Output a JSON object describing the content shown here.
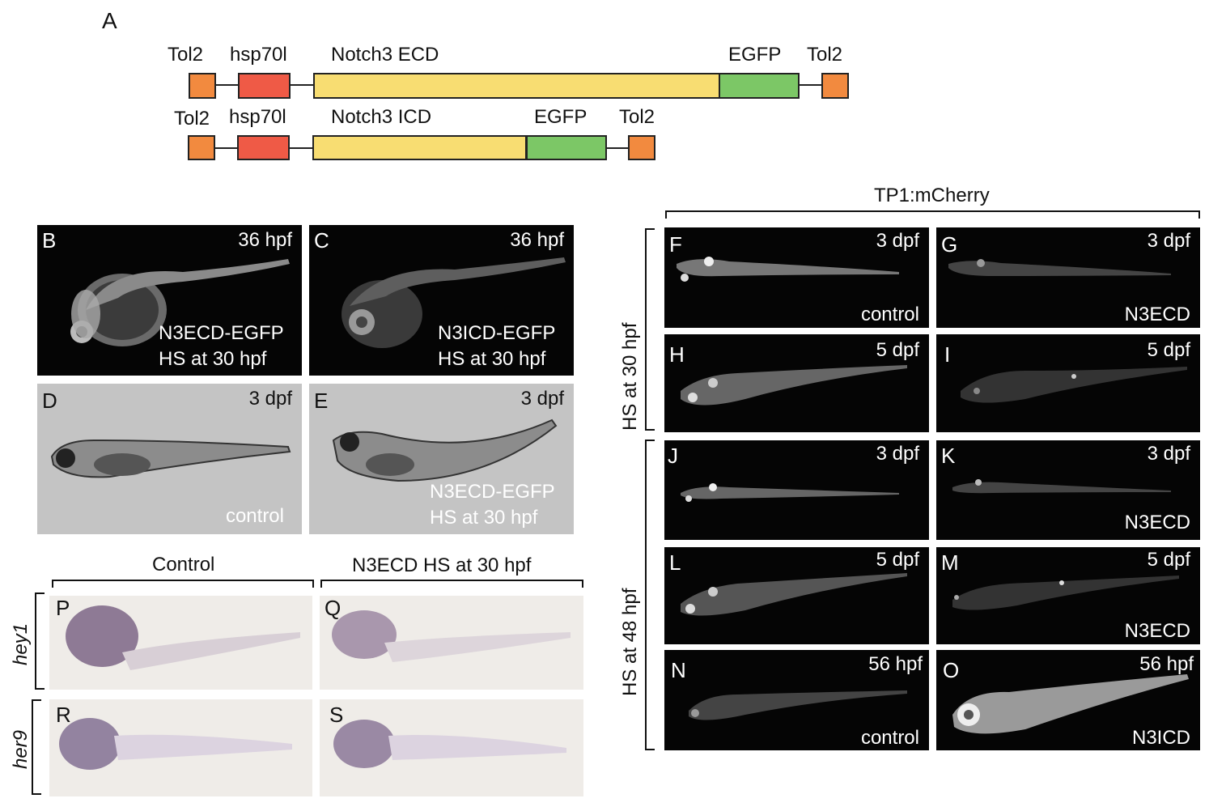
{
  "panelA": {
    "letter": "A",
    "construct1": [
      "Tol2",
      "hsp70l",
      "Notch3 ECD",
      "EGFP",
      "Tol2"
    ],
    "construct2": [
      "Tol2",
      "hsp70l",
      "Notch3 ICD",
      "EGFP",
      "Tol2"
    ]
  },
  "colors": {
    "tol2": "#f28a3f",
    "hsp": "#ef5a46",
    "notch": "#f8dd72",
    "egfp": "#7cc766"
  },
  "B": {
    "letter": "B",
    "time": "36 hpf",
    "line1": "N3ECD-EGFP",
    "line2": "HS at 30 hpf"
  },
  "C": {
    "letter": "C",
    "time": "36 hpf",
    "line1": "N3ICD-EGFP",
    "line2": "HS at 30 hpf"
  },
  "D": {
    "letter": "D",
    "time": "3 dpf",
    "line1": "control"
  },
  "E": {
    "letter": "E",
    "time": "3 dpf",
    "line1": "N3ECD-EGFP",
    "line2": "HS at 30 hpf"
  },
  "tp1": {
    "title": "TP1:mCherry",
    "hs30": "HS at 30 hpf",
    "hs48": "HS at 48 hpf"
  },
  "F": {
    "letter": "F",
    "time": "3 dpf",
    "cond": "control"
  },
  "G": {
    "letter": "G",
    "time": "3 dpf",
    "cond": "N3ECD"
  },
  "H": {
    "letter": "H",
    "time": "5 dpf"
  },
  "I": {
    "letter": "I",
    "time": "5 dpf"
  },
  "J": {
    "letter": "J",
    "time": "3 dpf"
  },
  "K": {
    "letter": "K",
    "time": "3 dpf",
    "cond": "N3ECD"
  },
  "L": {
    "letter": "L",
    "time": "5 dpf"
  },
  "M": {
    "letter": "M",
    "time": "5 dpf",
    "cond": "N3ECD"
  },
  "N": {
    "letter": "N",
    "time": "56 hpf",
    "cond": "control"
  },
  "O": {
    "letter": "O",
    "time": "56 hpf",
    "cond": "N3ICD"
  },
  "ish": {
    "control": "Control",
    "treated": "N3ECD HS at 30 hpf",
    "gene1": "hey1",
    "gene2": "her9"
  },
  "P": {
    "letter": "P"
  },
  "Q": {
    "letter": "Q"
  },
  "R": {
    "letter": "R"
  },
  "S": {
    "letter": "S"
  }
}
